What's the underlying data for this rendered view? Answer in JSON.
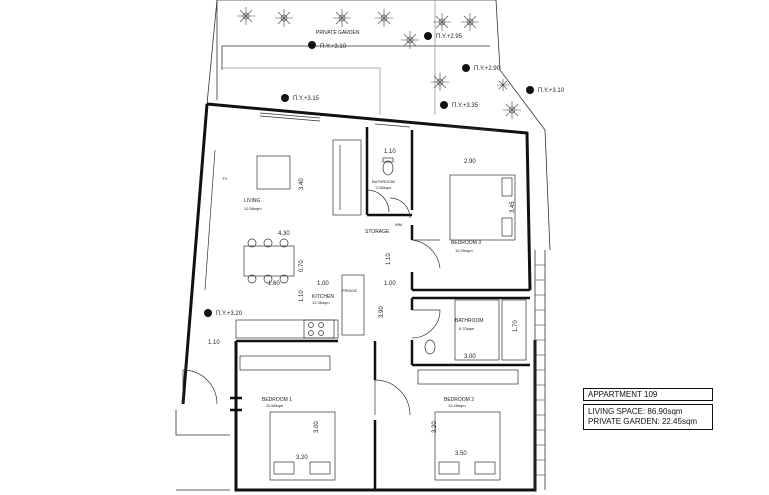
{
  "garden": {
    "label": "PRIVATE GARDEN"
  },
  "levels": [
    {
      "id": "garden-1",
      "text": "Π.Υ.+3.10"
    },
    {
      "id": "garden-2",
      "text": "Π.Υ.+2.95"
    },
    {
      "id": "garden-3",
      "text": "Π.Υ.+2.90"
    },
    {
      "id": "garden-4",
      "text": "Π.Υ.+3.10"
    },
    {
      "id": "garden-5",
      "text": "Π.Υ.+3.35"
    },
    {
      "id": "top",
      "text": "Π.Υ.+3.15"
    },
    {
      "id": "left",
      "text": "Π.Υ.+3.20"
    }
  ],
  "rooms": {
    "living": {
      "name": "LIVING",
      "area": "12.56sqm"
    },
    "bathroom_top": {
      "name": "BATHROOM",
      "area": "2.56sqm"
    },
    "bedroom3": {
      "name": "BEDROOM 3",
      "area": "12.29sqm"
    },
    "storage": {
      "name": "STORAGE"
    },
    "wm": {
      "name": "WM"
    },
    "kitchen": {
      "name": "KITCHEN",
      "area": "12.36sqm"
    },
    "fridge": {
      "name": "FRIDGE"
    },
    "bathroom2": {
      "name": "BATHROOM",
      "area": "5.70sqm"
    },
    "bedroom1": {
      "name": "BEDROOM 1",
      "area": "11.68sqm"
    },
    "bedroom2": {
      "name": "BEDROOM 2",
      "area": "12.45sqm"
    },
    "tv": {
      "name": "TV"
    }
  },
  "dimensions": {
    "d_110_top": "1.10",
    "d_290": "2.90",
    "d_340": "3.40",
    "d_345": "3.45",
    "d_430": "4.30",
    "d_070": "0.70",
    "d_100_kitchen": "1.00",
    "d_160": "1.60",
    "d_110_storage": "1.10",
    "d_110_kitchen": "1.10",
    "d_100_hall": "1.00",
    "d_390": "3.90",
    "d_170": "1.70",
    "d_300_bath": "3.00",
    "d_110_left": "1.10",
    "d_300_bed1": "3.00",
    "d_320_bed1": "3.20",
    "d_320_bed2": "3.20",
    "d_350": "3.50"
  },
  "info": {
    "title": "APPARTMENT 109",
    "living_space": "LIVING SPACE:  86.90sqm",
    "private_garden": "PRIVATE GARDEN: 22.45sqm"
  }
}
